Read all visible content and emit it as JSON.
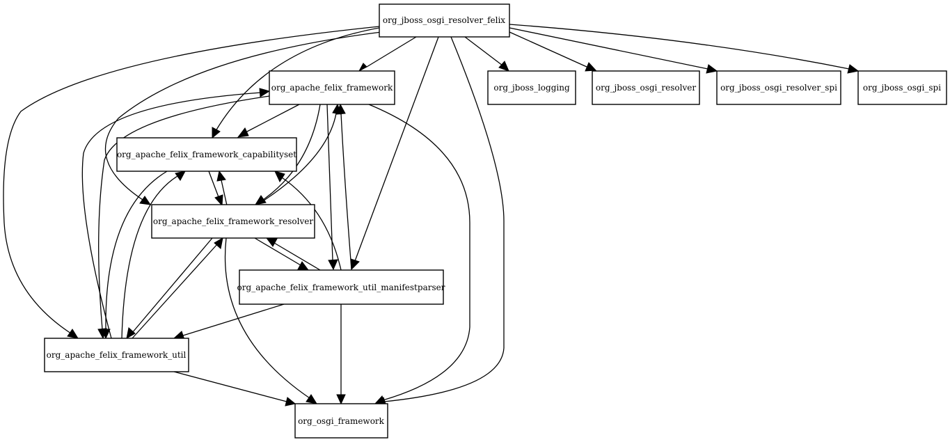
{
  "graph": {
    "nodes": {
      "resolver_felix": "org_jboss_osgi_resolver_felix",
      "felix_framework": "org_apache_felix_framework",
      "jboss_logging": "org_jboss_logging",
      "osgi_resolver": "org_jboss_osgi_resolver",
      "osgi_resolver_spi": "org_jboss_osgi_resolver_spi",
      "osgi_spi": "org_jboss_osgi_spi",
      "capabilityset": "org_apache_felix_framework_capabilityset",
      "fw_resolver": "org_apache_felix_framework_resolver",
      "manifestparser": "org_apache_felix_framework_util_manifestparser",
      "fw_util": "org_apache_felix_framework_util",
      "osgi_framework": "org_osgi_framework"
    },
    "edges": [
      {
        "from": "resolver_felix",
        "to": "felix_framework"
      },
      {
        "from": "resolver_felix",
        "to": "jboss_logging"
      },
      {
        "from": "resolver_felix",
        "to": "osgi_resolver"
      },
      {
        "from": "resolver_felix",
        "to": "osgi_resolver_spi"
      },
      {
        "from": "resolver_felix",
        "to": "osgi_spi"
      },
      {
        "from": "resolver_felix",
        "to": "capabilityset"
      },
      {
        "from": "resolver_felix",
        "to": "fw_resolver"
      },
      {
        "from": "resolver_felix",
        "to": "fw_util"
      },
      {
        "from": "resolver_felix",
        "to": "manifestparser"
      },
      {
        "from": "resolver_felix",
        "to": "osgi_framework"
      },
      {
        "from": "felix_framework",
        "to": "capabilityset"
      },
      {
        "from": "felix_framework",
        "to": "fw_resolver"
      },
      {
        "from": "felix_framework",
        "to": "manifestparser"
      },
      {
        "from": "felix_framework",
        "to": "fw_util"
      },
      {
        "from": "felix_framework",
        "to": "osgi_framework"
      },
      {
        "from": "capabilityset",
        "to": "fw_resolver"
      },
      {
        "from": "capabilityset",
        "to": "fw_util"
      },
      {
        "from": "fw_resolver",
        "to": "felix_framework"
      },
      {
        "from": "fw_resolver",
        "to": "capabilityset"
      },
      {
        "from": "fw_resolver",
        "to": "manifestparser"
      },
      {
        "from": "fw_resolver",
        "to": "fw_util"
      },
      {
        "from": "fw_resolver",
        "to": "osgi_framework"
      },
      {
        "from": "manifestparser",
        "to": "felix_framework"
      },
      {
        "from": "manifestparser",
        "to": "capabilityset"
      },
      {
        "from": "manifestparser",
        "to": "fw_resolver"
      },
      {
        "from": "manifestparser",
        "to": "fw_util"
      },
      {
        "from": "manifestparser",
        "to": "osgi_framework"
      },
      {
        "from": "fw_util",
        "to": "felix_framework"
      },
      {
        "from": "fw_util",
        "to": "capabilityset"
      },
      {
        "from": "fw_util",
        "to": "fw_resolver"
      },
      {
        "from": "fw_util",
        "to": "osgi_framework"
      }
    ]
  }
}
